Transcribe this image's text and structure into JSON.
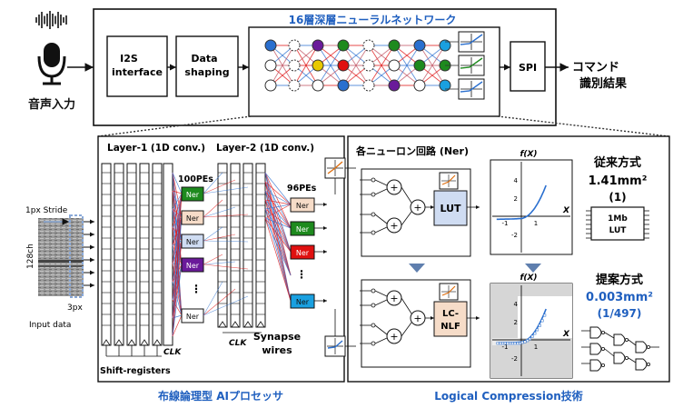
{
  "top": {
    "mic_label": "音声入力",
    "i2s": [
      "I2S",
      "interface"
    ],
    "shaping": [
      "Data",
      "shaping"
    ],
    "nn_title": "16層深層ニューラルネットワーク",
    "spi": "SPI",
    "output": [
      "コマンド",
      "識別結果"
    ]
  },
  "left": {
    "layer1": "Layer-1 (1D conv.)",
    "layer2": "Layer-2 (1D conv.)",
    "pe1": "100PEs",
    "pe2": "96PEs",
    "ner": "Ner",
    "dots": "⋮",
    "clk": "CLK",
    "shift": "Shift-registers",
    "synapse": [
      "Synapse",
      "wires"
    ],
    "stride": "1px Stride",
    "ch": "128ch",
    "px3": "3px",
    "input": "Input data",
    "caption": "布線論理型 AIプロセッサ"
  },
  "right": {
    "title": "各ニューロン回路 (Ner)",
    "lut": "LUT",
    "lcnlf": [
      "LC-",
      "NLF"
    ],
    "fx": "f(X)",
    "x": "X",
    "ticks_top": {
      "y": [
        "4",
        "2",
        "-2"
      ],
      "x": [
        "-1",
        "1"
      ]
    },
    "ticks_bottom": {
      "y": [
        "4",
        "2",
        "-2"
      ],
      "x": [
        "-1",
        "1"
      ]
    },
    "conv_title": "従来方式",
    "conv_area": "1.41mm²",
    "conv_ratio": "(1)",
    "mem": [
      "1Mb",
      "LUT"
    ],
    "prop_title": "提案方式",
    "prop_area": "0.003mm²",
    "prop_ratio": "(1/497)",
    "caption": "Logical Compression技術"
  },
  "colors": {
    "blue_text": "#1f5fbf",
    "green": "#1e8a1e",
    "purple": "#6a1a9a",
    "red": "#e01010",
    "cyan": "#1aa0e0",
    "pe_blue": "#cfdcf2",
    "pe_peach": "#f6dcc8"
  }
}
